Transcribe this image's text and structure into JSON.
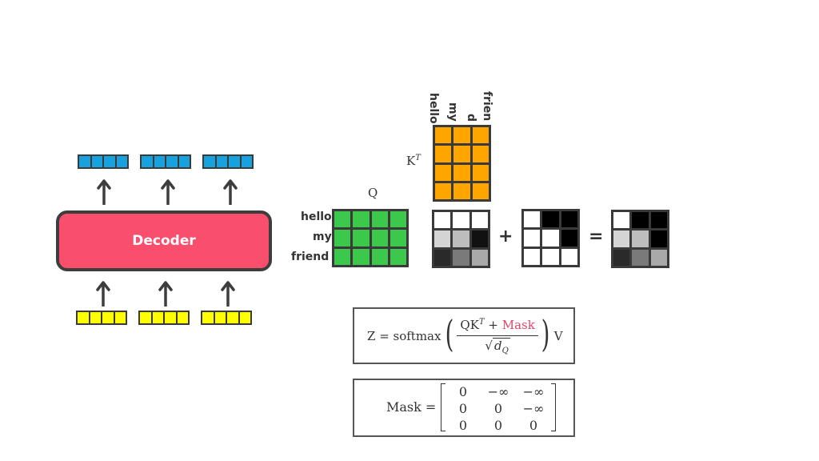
{
  "decoder": {
    "label": "Decoder"
  },
  "output_vectors": {
    "count": 3,
    "color": "#17a2df"
  },
  "input_vectors": {
    "count": 3,
    "color": "#ffff00"
  },
  "q_matrix": {
    "label": "Q",
    "row_labels": [
      "hello",
      "my",
      "friend"
    ],
    "color": "#3cc84a",
    "rows": 3,
    "cols": 4
  },
  "kt_matrix": {
    "label_base": "K",
    "label_sup": "T",
    "col_labels": [
      "hello",
      "my",
      "frien",
      "d"
    ],
    "color": "#ffa500",
    "rows": 4,
    "cols": 3
  },
  "scores_matrix": {
    "cells": [
      [
        "#ffffff",
        "#ffffff",
        "#ffffff"
      ],
      [
        "#d4d4d4",
        "#bdbdbd",
        "#111111"
      ],
      [
        "#2a2a2a",
        "#7a7a7a",
        "#a9a9a9"
      ]
    ]
  },
  "mask_matrix": {
    "cells": [
      [
        "#ffffff",
        "#000000",
        "#000000"
      ],
      [
        "#ffffff",
        "#ffffff",
        "#000000"
      ],
      [
        "#ffffff",
        "#ffffff",
        "#ffffff"
      ]
    ]
  },
  "result_matrix": {
    "cells": [
      [
        "#ffffff",
        "#000000",
        "#000000"
      ],
      [
        "#d4d4d4",
        "#bdbdbd",
        "#000000"
      ],
      [
        "#2a2a2a",
        "#7a7a7a",
        "#a9a9a9"
      ]
    ]
  },
  "operators": {
    "plus": "+",
    "equals": "="
  },
  "formula": {
    "lhs": "Z = softmax",
    "num_qk": "QK",
    "num_sup": "T",
    "num_plus": " + ",
    "num_mask": "Mask",
    "den_sqrt": "√",
    "den_d": "d",
    "den_sub": "Q",
    "rhs": "V"
  },
  "mask_definition": {
    "lhs": "Mask =",
    "rows": [
      [
        "0",
        "−∞",
        "−∞"
      ],
      [
        "0",
        "0",
        "−∞"
      ],
      [
        "0",
        "0",
        "0"
      ]
    ]
  }
}
